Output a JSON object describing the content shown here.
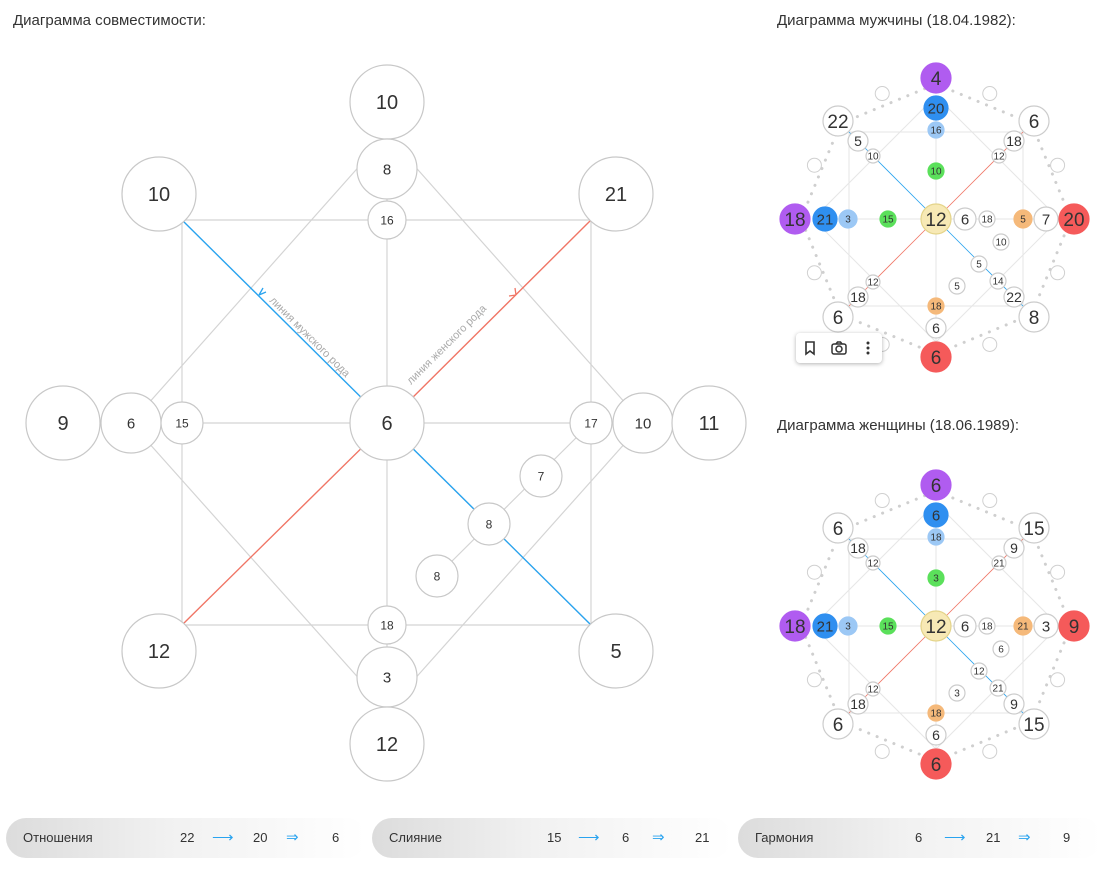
{
  "titles": {
    "compat": "Диаграмма совместимости:",
    "man": "Диаграмма мужчины (18.04.1982):",
    "woman": "Диаграмма женщины (18.06.1989):"
  },
  "line_labels": {
    "male": "линия мужского рода",
    "female": "линия женского рода"
  },
  "compat": {
    "top_outer": "10",
    "top_mid": "8",
    "top_inner": "16",
    "tl": "10",
    "tr": "21",
    "left_outer": "9",
    "left_mid": "6",
    "left_inner": "15",
    "center": "6",
    "right_inner": "17",
    "right_mid": "10",
    "right_outer": "11",
    "bl": "12",
    "br": "5",
    "bottom_inner": "18",
    "bottom_mid": "3",
    "bottom_outer": "12",
    "diag1": "7",
    "diag2": "8",
    "diag3": "8"
  },
  "man": {
    "top": "4",
    "top2": "20",
    "top3": "16",
    "tl_o": "22",
    "tl_m": "5",
    "tl_i": "10",
    "tr_o": "6",
    "tr_m": "18",
    "tr_i": "12",
    "left": "18",
    "left2": "21",
    "left3": "3",
    "center": "12",
    "c_right": "6",
    "c_right2": "18",
    "green_top": "10",
    "green_left": "15",
    "right3": "5",
    "right2": "7",
    "right": "20",
    "br_n1": "10",
    "br_n2": "5",
    "br_n3": "5",
    "br_n4": "14",
    "bl_i": "12",
    "bl_m": "18",
    "bl_o": "6",
    "br_m": "22",
    "br_o": "8",
    "bot3": "18",
    "bot2": "6",
    "bottom": "6"
  },
  "woman": {
    "top": "6",
    "top2": "6",
    "top3": "18",
    "tl_o": "6",
    "tl_m": "18",
    "tl_i": "12",
    "tr_o": "15",
    "tr_m": "9",
    "tr_i": "21",
    "left": "18",
    "left2": "21",
    "left3": "3",
    "center": "12",
    "c_right": "6",
    "c_right2": "18",
    "green_top": "3",
    "green_left": "15",
    "right3": "21",
    "right2": "3",
    "right": "9",
    "br_n1": "6",
    "br_n2": "12",
    "br_n3": "3",
    "br_n4": "21",
    "bl_i": "12",
    "bl_m": "18",
    "bl_o": "6",
    "br_m": "9",
    "br_o": "15",
    "bot3": "18",
    "bot2": "6",
    "bottom": "6"
  },
  "pills": [
    {
      "label": "Отношения",
      "a": "22",
      "b": "20",
      "c": "6",
      "arrow1": "⟶",
      "arrow2": "⇒"
    },
    {
      "label": "Слияние",
      "a": "15",
      "b": "6",
      "c": "21",
      "arrow1": "⟶",
      "arrow2": "⇒"
    },
    {
      "label": "Гармония",
      "a": "6",
      "b": "21",
      "c": "9",
      "arrow1": "⟶",
      "arrow2": "⇒"
    }
  ],
  "colors": {
    "purple": "#b05cf0",
    "blue": "#2f8ff0",
    "lightblue": "#9cc8f5",
    "green": "#5be05b",
    "yellow": "#f7e9b5",
    "orange": "#f5b97a",
    "red": "#f55a5a",
    "male_line": "#29a3ef",
    "female_line": "#f07565"
  },
  "icons": [
    "bookmark-icon",
    "camera-icon",
    "more-vertical-icon"
  ]
}
